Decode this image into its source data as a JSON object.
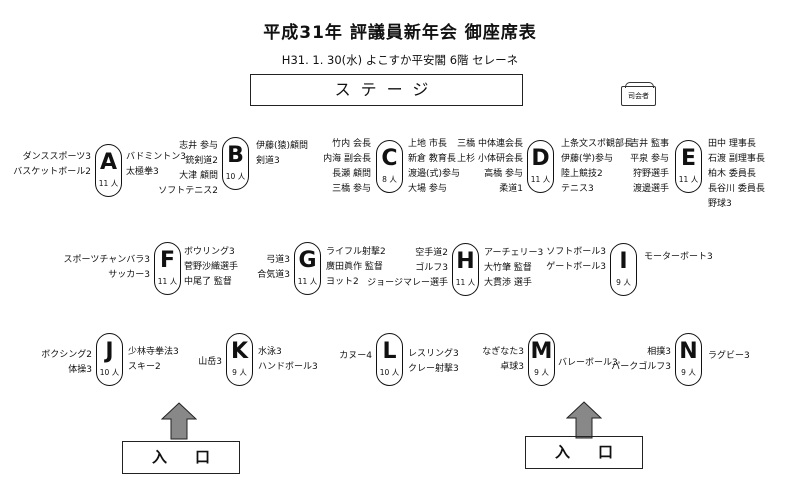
{
  "header": {
    "title": "平成31年 評議員新年会 御座席表",
    "subtitle": "H31. 1. 30(水) よこすか平安閣 6階 セレーネ"
  },
  "stage_label": "ステージ",
  "mc_label": "司会者",
  "entrance_label": "入口",
  "tables": [
    {
      "letter": "A",
      "count": "11 人",
      "left": [
        "ダンススポーツ3",
        "バスケットボール2"
      ],
      "right": [
        "バドミントン3",
        "太極拳3"
      ]
    },
    {
      "letter": "B",
      "count": "10 人",
      "left": [
        "志井 参与",
        "銃剣道2",
        "大津 顧問",
        "ソフトテニス2"
      ],
      "right": [
        "伊藤(猿)顧問",
        "剣道3"
      ]
    },
    {
      "letter": "C",
      "count": "8 人",
      "left": [
        "竹内 会長",
        "内海 副会長",
        "長瀬 顧問",
        "三橋 参与"
      ],
      "right": [
        "上地 市長",
        "新倉 教育長",
        "渡邉(式)参与",
        "大場 参与"
      ]
    },
    {
      "letter": "D",
      "count": "11 人",
      "left": [
        "三橋 中体連会長",
        "上杉 小体研会長",
        "高橋 参与",
        "柔道1"
      ],
      "right": [
        "上条文スポ観部長",
        "伊藤(学)参与",
        "陸上競技2",
        "テニス3"
      ]
    },
    {
      "letter": "E",
      "count": "11 人",
      "left": [
        "吉井 監事",
        "平泉 参与",
        "狩野選手",
        "渡邊選手"
      ],
      "right": [
        "田中 理事長",
        "石渡 副理事長",
        "柏木 委員長",
        "長谷川 委員長",
        "野球3"
      ]
    },
    {
      "letter": "F",
      "count": "11 人",
      "left": [
        "スポーツチャンバラ3",
        "サッカー3"
      ],
      "right": [
        "ボウリング3",
        "菅野沙織選手",
        "中尾了 監督"
      ]
    },
    {
      "letter": "G",
      "count": "11 人",
      "left": [
        "弓道3",
        "合気道3"
      ],
      "right": [
        "ライフル射撃2",
        "廣田眞作 監督",
        "ヨット2"
      ]
    },
    {
      "letter": "H",
      "count": "11 人",
      "left": [
        "空手道2",
        "ゴルフ3",
        "ジョージマレー選手"
      ],
      "right": [
        "アーチェリー3",
        "大竹肇 監督",
        "大貫渉 選手"
      ]
    },
    {
      "letter": "I",
      "count": "9 人",
      "left": [
        "ソフトボール3",
        "ゲートボール3"
      ],
      "right": [
        "モーターボート3"
      ]
    },
    {
      "letter": "J",
      "count": "10 人",
      "left": [
        "ボクシング2",
        "体操3"
      ],
      "right": [
        "少林寺拳法3",
        "スキー2"
      ]
    },
    {
      "letter": "K",
      "count": "9 人",
      "left": [
        "山岳3"
      ],
      "right": [
        "水泳3",
        "ハンドボール3"
      ]
    },
    {
      "letter": "L",
      "count": "10 人",
      "left": [
        "カヌー4"
      ],
      "right": [
        "レスリング3",
        "クレー射撃3"
      ]
    },
    {
      "letter": "M",
      "count": "9 人",
      "left": [
        "なぎなた3",
        "卓球3"
      ],
      "right": [
        "バレーボール3"
      ]
    },
    {
      "letter": "N",
      "count": "9 人",
      "left": [
        "相撲3",
        "パークゴルフ3"
      ],
      "right": [
        "ラグビー3"
      ]
    }
  ],
  "colors": {
    "ink": "#111111",
    "arrow_fill": "#888888"
  },
  "icons": [
    "entrance-arrow-icon"
  ]
}
